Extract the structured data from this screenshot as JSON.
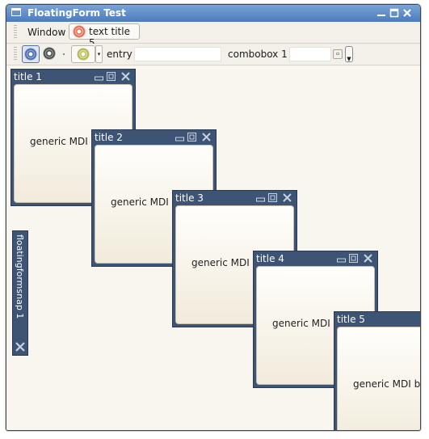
{
  "window": {
    "title": "FloatingForm Test"
  },
  "menubar": {
    "window_label": "Window",
    "tab_title": "text title 5"
  },
  "toolbar": {
    "entry_label": "entry",
    "entry_value": "",
    "combobox_label": "combobox 1",
    "combobox_value": ""
  },
  "mdi_windows": [
    {
      "title": "title 1",
      "body": "generic MDI body"
    },
    {
      "title": "title 2",
      "body": "generic MDI body"
    },
    {
      "title": "title 3",
      "body": "generic MDI body"
    },
    {
      "title": "title 4",
      "body": "generic MDI body"
    },
    {
      "title": "title 5",
      "body": "generic MDI body"
    }
  ],
  "snap_panel": {
    "label": "floatingformsnap 1"
  },
  "icons": [
    "window-icon",
    "minimize-icon",
    "maximize-icon",
    "close-icon",
    "spiral-icon"
  ],
  "colors": {
    "titlebar": "#5a86c4",
    "mdi_frame": "#3d5475",
    "workspace": "#f9f6f0"
  }
}
